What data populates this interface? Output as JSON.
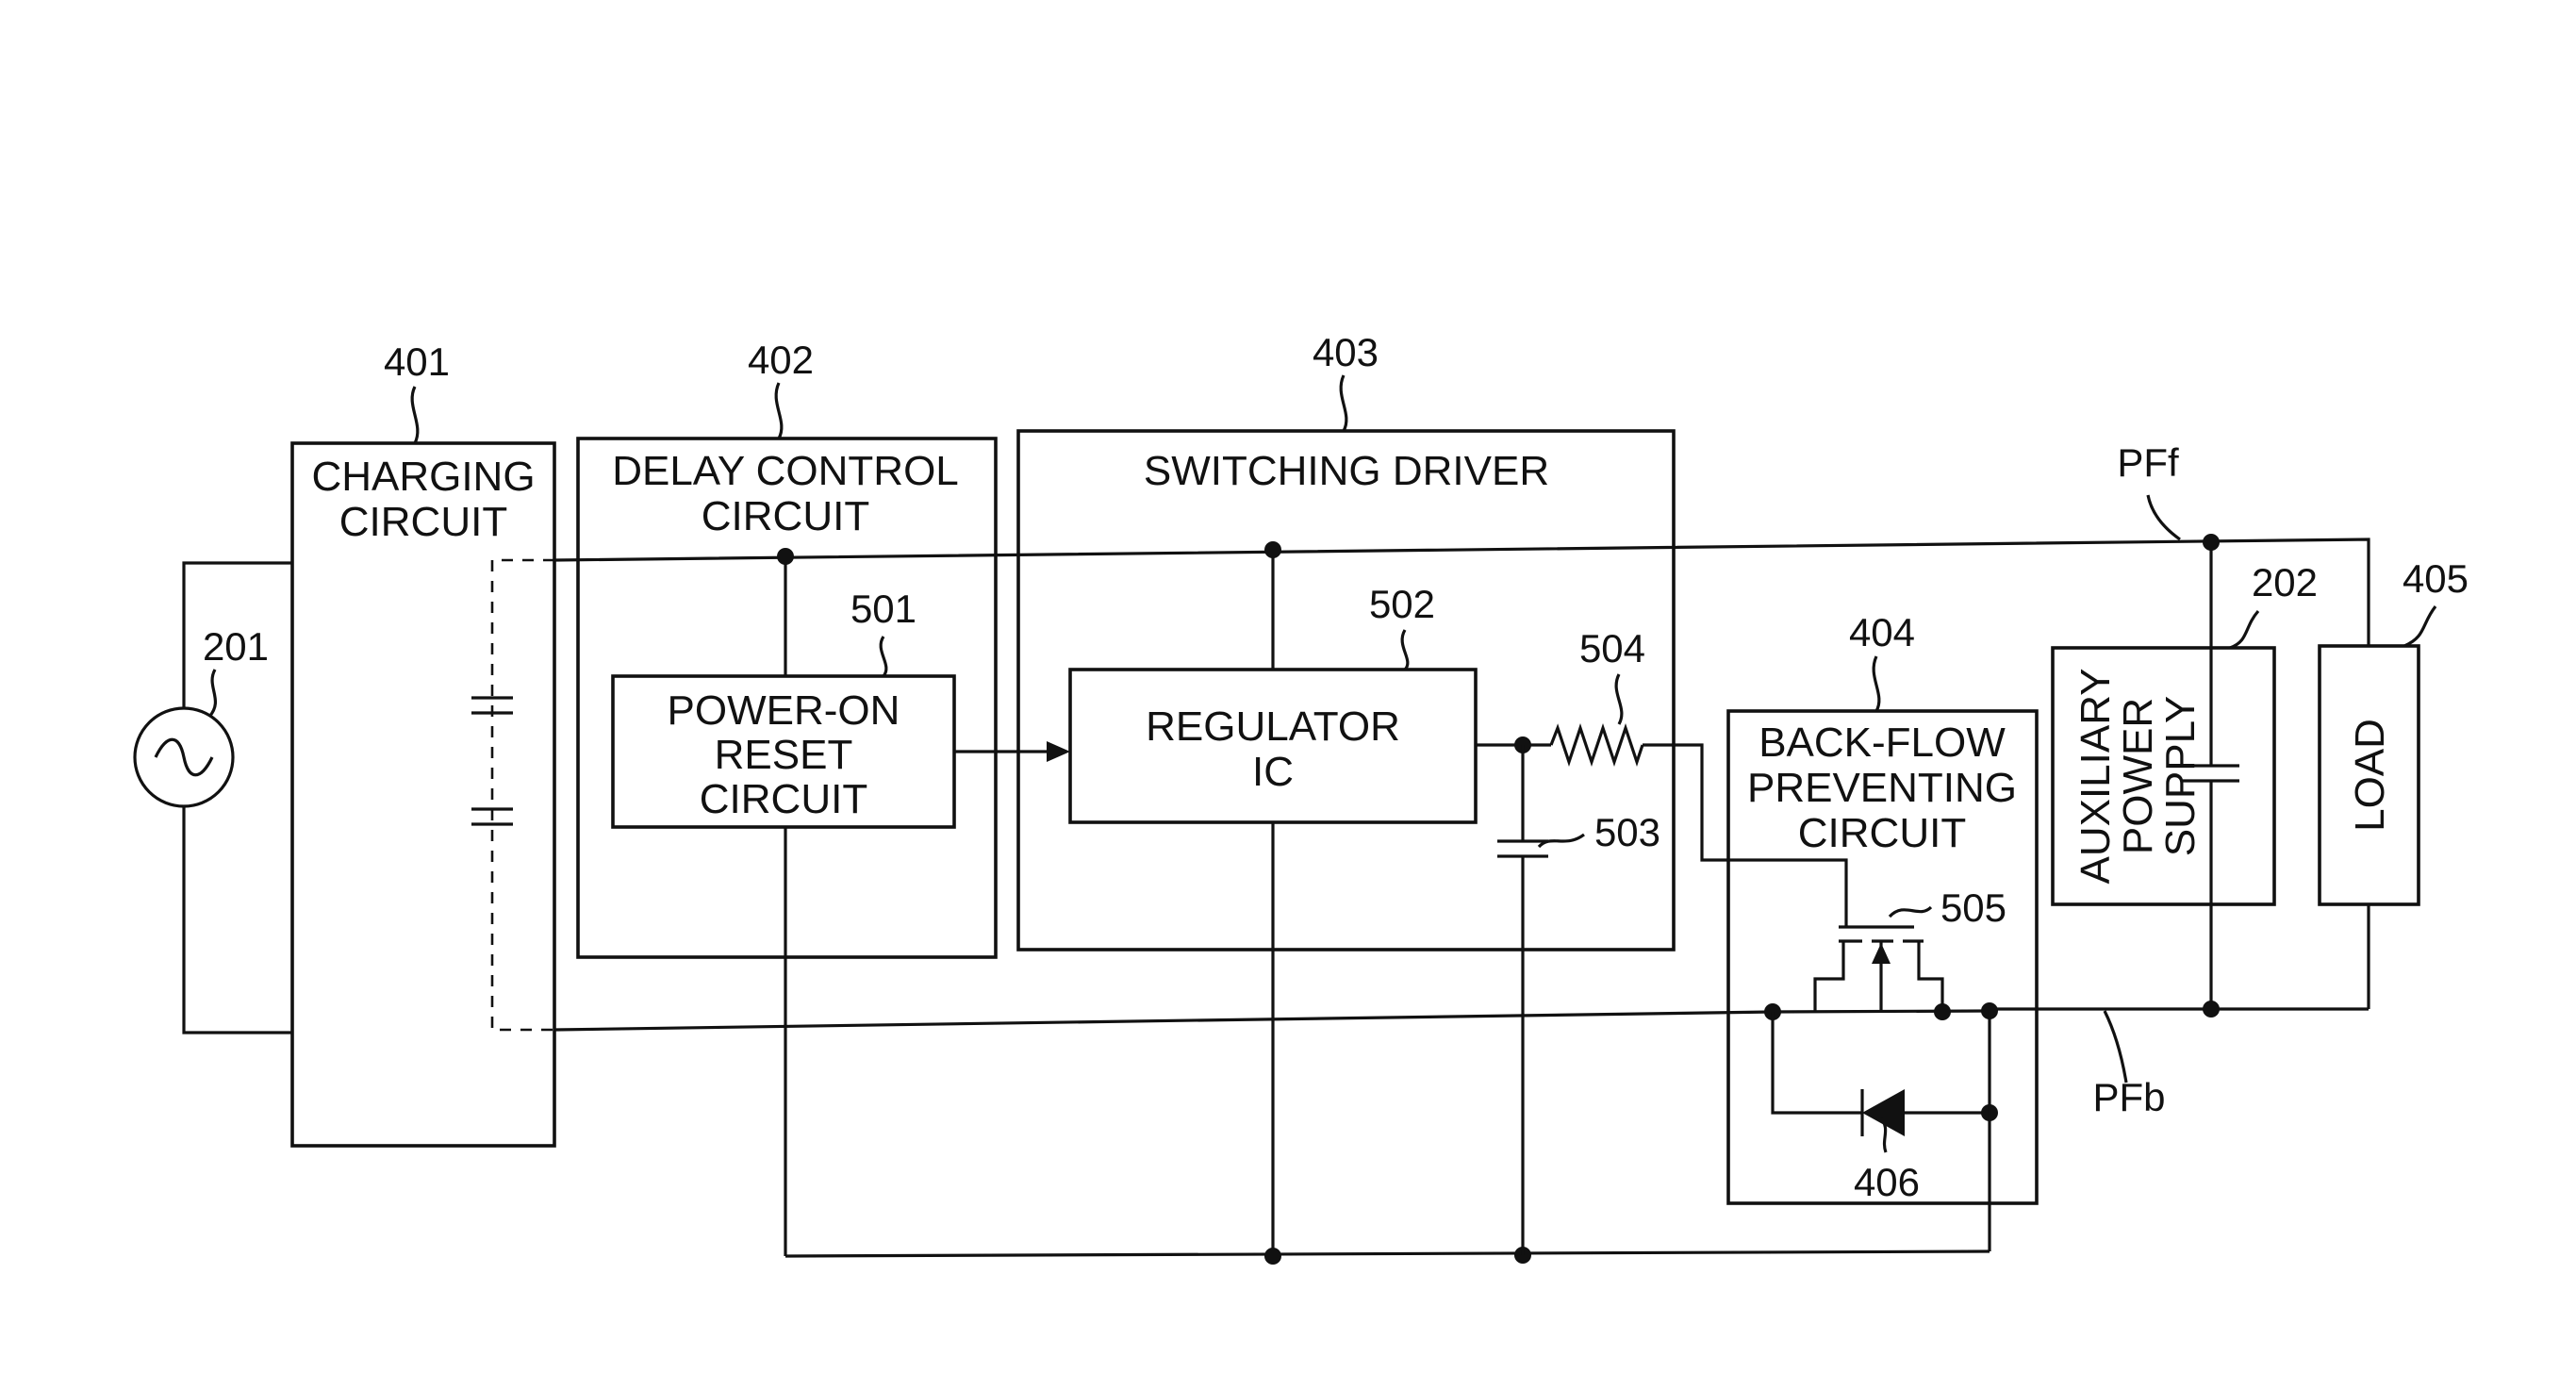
{
  "blocks": {
    "charging": {
      "line1": "CHARGING",
      "line2": "CIRCUIT"
    },
    "delay": {
      "line1": "DELAY CONTROL",
      "line2": "CIRCUIT"
    },
    "switching": {
      "line1": "SWITCHING DRIVER"
    },
    "por": {
      "line1": "POWER-ON",
      "line2": "RESET",
      "line3": "CIRCUIT"
    },
    "regulator": {
      "line1": "REGULATOR",
      "line2": "IC"
    },
    "backflow": {
      "line1": "BACK-FLOW",
      "line2": "PREVENTING",
      "line3": "CIRCUIT"
    },
    "auxiliary": {
      "line1": "AUXILIARY",
      "line2": "POWER",
      "line3": "SUPPLY"
    },
    "load": {
      "line1": "LOAD"
    }
  },
  "refs": {
    "r201": "201",
    "r202": "202",
    "r401": "401",
    "r402": "402",
    "r403": "403",
    "r404": "404",
    "r405": "405",
    "r406": "406",
    "r501": "501",
    "r502": "502",
    "r503": "503",
    "r504": "504",
    "r505": "505"
  },
  "rails": {
    "forward": "PFf",
    "back": "PFb"
  }
}
